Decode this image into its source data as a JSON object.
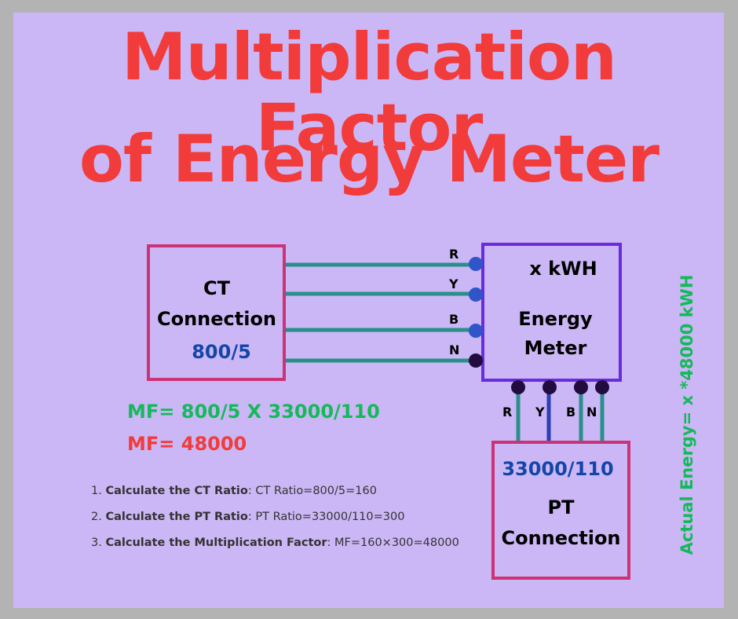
{
  "title": {
    "line1": "Multiplication Factor",
    "line2": "of Energy Meter"
  },
  "ct": {
    "title": "CT",
    "subtitle": "Connection",
    "ratio": "800/5"
  },
  "meter": {
    "reading": "x kWH",
    "line1": "Energy",
    "line2": "Meter"
  },
  "pt": {
    "ratio": "33000/110",
    "title": "PT",
    "subtitle": "Connection"
  },
  "phases": {
    "ct_side": [
      "R",
      "Y",
      "B",
      "N"
    ],
    "pt_side": [
      "R",
      "Y",
      "B",
      "N"
    ]
  },
  "formula": {
    "mf_expression": "MF= 800/5 X 33000/110",
    "mf_result": "MF= 48000"
  },
  "steps": [
    {
      "number": "1.",
      "label": "Calculate the CT Ratio",
      "text": ": CT Ratio=800/5=160"
    },
    {
      "number": "2.",
      "label": "Calculate the PT Ratio",
      "text": ": PT Ratio=33000/110=300"
    },
    {
      "number": "3.",
      "label": "Calculate the Multiplication Factor",
      "text": ": MF=160×300=48000"
    }
  ],
  "side_note": "Actual Energy= x *48000 kWH",
  "colors": {
    "title": "#f23b3b",
    "box_border": "#cc3377",
    "meter_border": "#6a2ae0",
    "wire_teal": "#2a8f8a",
    "wire_blue": "#2a3fb8",
    "terminal_blue": "#2f55c9",
    "terminal_dark": "#220b3f",
    "accent_green": "#14b95a",
    "ratio_blue": "#1446a8"
  }
}
